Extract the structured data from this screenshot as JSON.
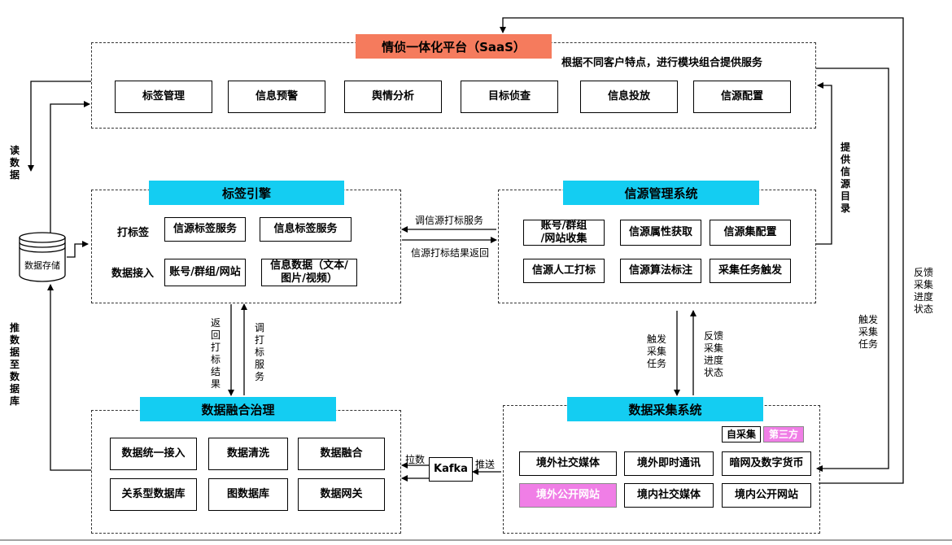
{
  "saas": {
    "title": "情侦一体化平台（SaaS）",
    "subtitle": "根据不同客户特点，进行模块组合提供服务",
    "modules": [
      "标签管理",
      "信息预警",
      "舆情分析",
      "目标侦查",
      "信息投放",
      "信源配置"
    ]
  },
  "storage": {
    "label": "数据存储",
    "read_label": "读\n数\n据",
    "push_label": "推\n数\n据\n至\n数\n据\n库"
  },
  "tag_engine": {
    "title": "标签引擎",
    "row1_label": "打标签",
    "row2_label": "数据接入",
    "boxes": [
      "信源标签服务",
      "信息标签服务",
      "账号/群组/网站",
      "信息数据（文本/\n图片/视频）"
    ]
  },
  "source_mgmt": {
    "title": "信源管理系统",
    "boxes": [
      "账号/群组\n/网站收集",
      "信源属性获取",
      "信源集配置",
      "信源人工打标",
      "信源算法标注",
      "采集任务触发"
    ]
  },
  "fusion": {
    "title": "数据融合治理",
    "boxes": [
      "数据统一接入",
      "数据清洗",
      "数据融合",
      "关系型数据库",
      "图数据库",
      "数据网关"
    ]
  },
  "collection": {
    "title": "数据采集系统",
    "tag_self": "自采集",
    "tag_third": "第三方",
    "boxes": [
      "境外社交媒体",
      "境外即时通讯",
      "暗网及数字货币",
      "境外公开网站",
      "境内社交媒体",
      "境内公开网站"
    ]
  },
  "kafka": {
    "label": "Kafka",
    "pull_label": "拉数",
    "push_label": "推送"
  },
  "links": {
    "call_source_tag": "调信源打标服务",
    "source_tag_result": "信源打标结果返回",
    "return_tag_result": "返\n回\n打\n标\n结\n果",
    "call_tag_service": "调\n打\n标\n服\n务",
    "trigger_task_mid": "触发\n采集\n任务",
    "feedback_mid": "反馈\n采集\n进度\n状态",
    "provide_catalog": "提\n供\n信\n源\n目\n录",
    "trigger_task_right": "触发\n采集\n任务",
    "feedback_right": "反馈\n采集\n进度\n状态"
  },
  "colors": {
    "header_cyan": "#14cdf2",
    "header_orange": "#f57b5d",
    "highlight_pink": "#f07ee6"
  }
}
